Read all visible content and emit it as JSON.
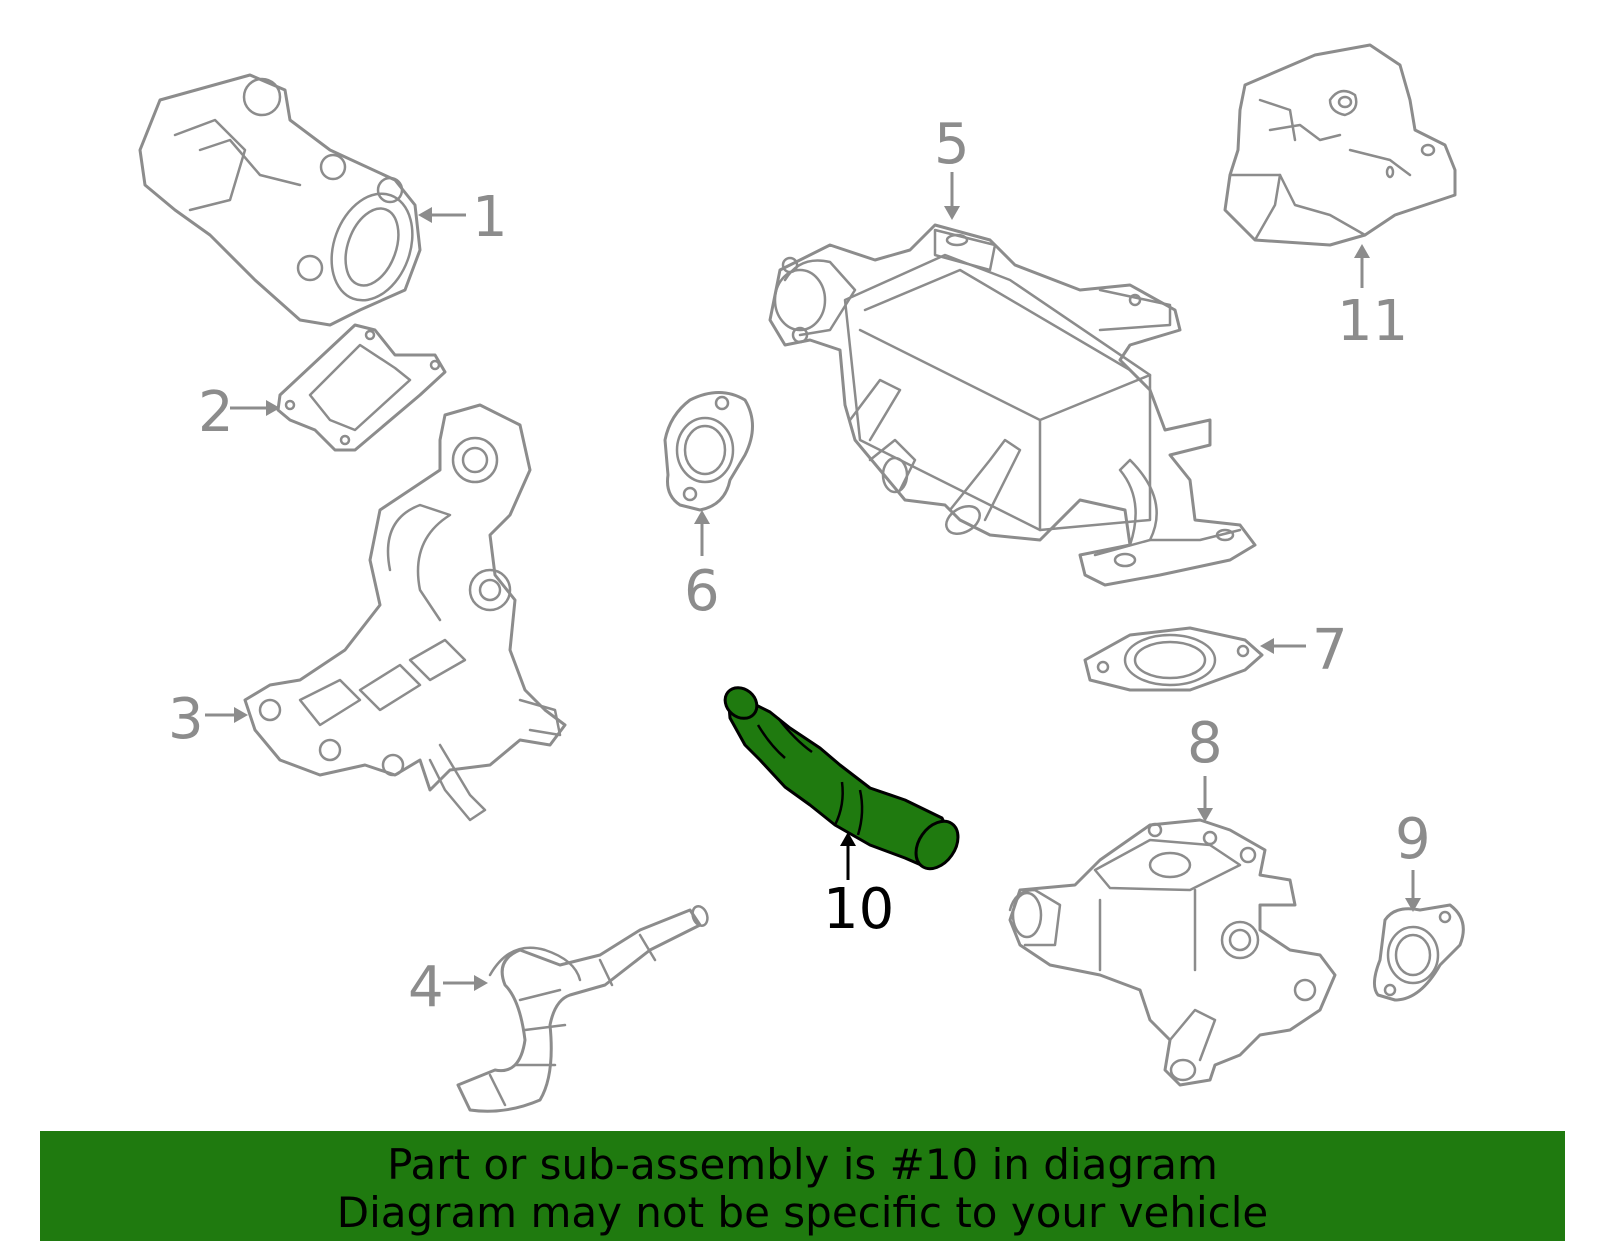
{
  "callouts": [
    {
      "id": "1",
      "label": "1"
    },
    {
      "id": "2",
      "label": "2"
    },
    {
      "id": "3",
      "label": "3"
    },
    {
      "id": "4",
      "label": "4"
    },
    {
      "id": "5",
      "label": "5"
    },
    {
      "id": "6",
      "label": "6"
    },
    {
      "id": "7",
      "label": "7"
    },
    {
      "id": "8",
      "label": "8"
    },
    {
      "id": "9",
      "label": "9"
    },
    {
      "id": "10",
      "label": "10"
    },
    {
      "id": "11",
      "label": "11"
    }
  ],
  "highlighted_part": "10",
  "highlight_color": "#1f7a0f",
  "banner": {
    "line1": "Part or sub-assembly is #10 in diagram",
    "line2": "Diagram may not be specific to your vehicle"
  }
}
